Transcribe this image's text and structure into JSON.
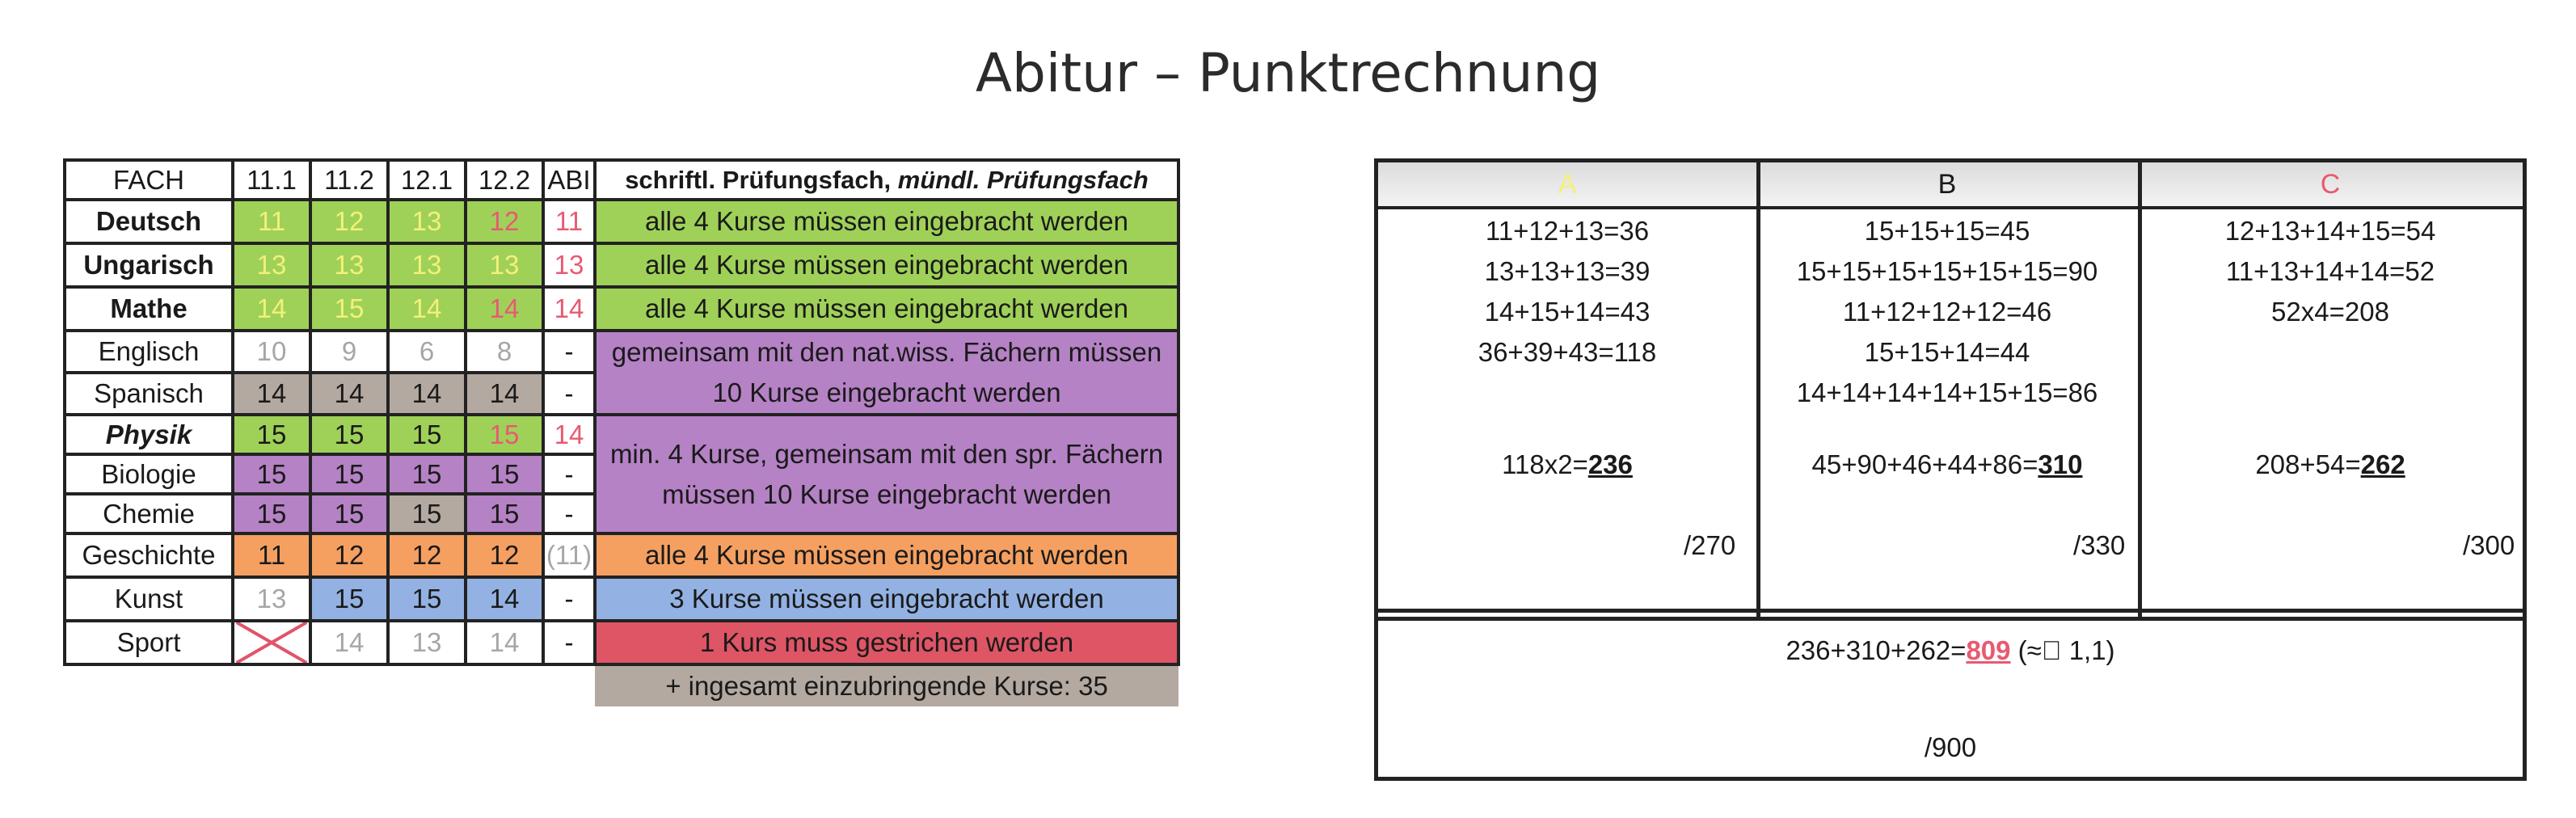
{
  "title": "Abitur – Punktrechnung",
  "grade_table": {
    "headers": [
      "FACH",
      "11.1",
      "11.2",
      "12.1",
      "12.2",
      "ABI"
    ],
    "note_header_bold": "schriftl. Prüfungsfach, ",
    "note_header_italic": "mündl. Prüfungsfach",
    "rows": [
      {
        "subject": "Deutsch",
        "g1": "11",
        "g2": "12",
        "g3": "13",
        "g4": "12",
        "abi": "11"
      },
      {
        "subject": "Ungarisch",
        "g1": "13",
        "g2": "13",
        "g3": "13",
        "g4": "13",
        "abi": "13"
      },
      {
        "subject": "Mathe",
        "g1": "14",
        "g2": "15",
        "g3": "14",
        "g4": "14",
        "abi": "14"
      },
      {
        "subject": "Englisch",
        "g1": "10",
        "g2": "9",
        "g3": "6",
        "g4": "8",
        "abi": "-"
      },
      {
        "subject": "Spanisch",
        "g1": "14",
        "g2": "14",
        "g3": "14",
        "g4": "14",
        "abi": "-"
      },
      {
        "subject": "Physik",
        "g1": "15",
        "g2": "15",
        "g3": "15",
        "g4": "15",
        "abi": "14"
      },
      {
        "subject": "Biologie",
        "g1": "15",
        "g2": "15",
        "g3": "15",
        "g4": "15",
        "abi": "-"
      },
      {
        "subject": "Chemie",
        "g1": "15",
        "g2": "15",
        "g3": "15",
        "g4": "15",
        "abi": "-"
      },
      {
        "subject": "Geschichte",
        "g1": "11",
        "g2": "12",
        "g3": "12",
        "g4": "12",
        "abi": "(11)"
      },
      {
        "subject": "Kunst",
        "g1": "13",
        "g2": "15",
        "g3": "15",
        "g4": "14",
        "abi": "-"
      },
      {
        "subject": "Sport",
        "g1": "",
        "g2": "14",
        "g3": "13",
        "g4": "14",
        "abi": "-"
      }
    ],
    "notes": {
      "core": "alle 4 Kurse müssen eingebracht werden",
      "lang": "gemeinsam mit den nat.wiss. Fächern müssen 10 Kurse eingebracht werden",
      "science": "min. 4 Kurse, gemeinsam mit den spr. Fächern müssen 10 Kurse eingebracht werden",
      "history": "alle 4 Kurse müssen eingebracht werden",
      "art": "3 Kurse müssen eingebracht werden",
      "sport": "1 Kurs muss gestrichen werden",
      "total": "+ ingesamt einzubringende Kurse: 35"
    }
  },
  "calc_table": {
    "columns": [
      {
        "header": "A",
        "header_color": "#f4f07a",
        "lines": [
          "11+12+13=36",
          "13+13+13=39",
          "14+15+14=43",
          "36+39+43=118"
        ],
        "result_prefix": "118x2=",
        "result_value": "236",
        "max": "/270"
      },
      {
        "header": "B",
        "header_color": "#222222",
        "lines": [
          "15+15+15=45",
          "15+15+15+15+15+15=90",
          "11+12+12+12=46",
          "15+15+14=44",
          "14+14+14+14+15+15=86"
        ],
        "result_prefix": "45+90+46+44+86=",
        "result_value": "310",
        "max": "/330"
      },
      {
        "header": "C",
        "header_color": "#e85a72",
        "lines": [
          "12+13+14+15=54",
          "11+13+14+14=52",
          "52x4=208"
        ],
        "result_prefix": "208+54=",
        "result_value": "262",
        "max": "/300"
      }
    ],
    "total_prefix": "236+310+262=",
    "total_value": "809",
    "total_suffix": " (≈⃠ 1,1)",
    "total_max": "/900"
  }
}
